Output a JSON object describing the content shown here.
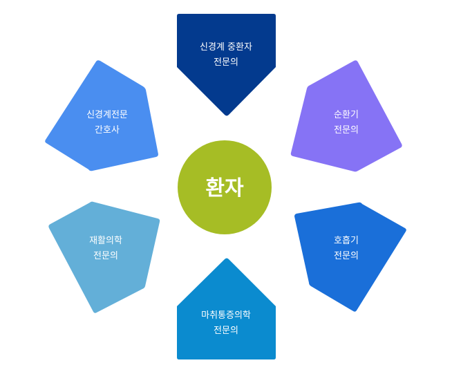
{
  "center": {
    "label": "환자",
    "color": "#a6bd25"
  },
  "nodes": [
    {
      "id": "neuro-critical-care",
      "line1": "신경계 중환자",
      "line2": "전문의",
      "color": "#033a8e"
    },
    {
      "id": "circulatory",
      "line1": "순환기",
      "line2": "전문의",
      "color": "#8673f5"
    },
    {
      "id": "respiratory",
      "line1": "호흡기",
      "line2": "전문의",
      "color": "#1a6fd9"
    },
    {
      "id": "anesthesia-pain",
      "line1": "마취통증의학",
      "line2": "전문의",
      "color": "#0b8bcf"
    },
    {
      "id": "rehabilitation",
      "line1": "재활의학",
      "line2": "전문의",
      "color": "#63afd8"
    },
    {
      "id": "neuro-nurse",
      "line1": "신경계전문",
      "line2": "간호사",
      "color": "#4a8ef0"
    }
  ]
}
